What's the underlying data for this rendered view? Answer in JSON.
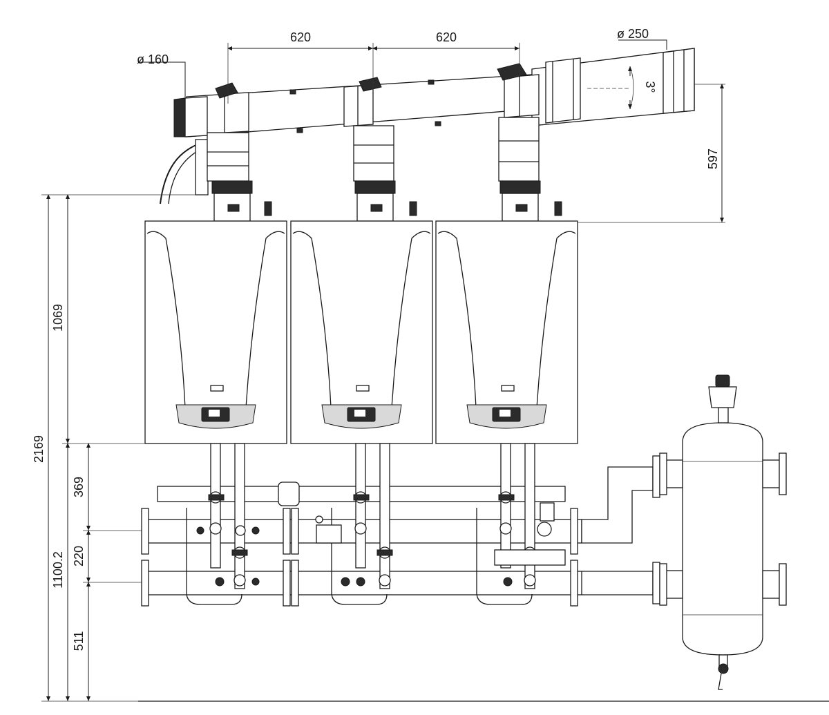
{
  "diagram": {
    "dimensions": {
      "spacing_1": "620",
      "spacing_2": "620",
      "flue_diameter_small": "ø 160",
      "flue_diameter_large": "ø 250",
      "flue_slope": "3°",
      "flue_height": "597",
      "total_height": "2169",
      "boiler_height": "1069",
      "manifold_height": "1100.2",
      "offset_upper": "369",
      "pipe_spacing": "220",
      "floor_offset": "511"
    },
    "boiler_count": 3
  }
}
